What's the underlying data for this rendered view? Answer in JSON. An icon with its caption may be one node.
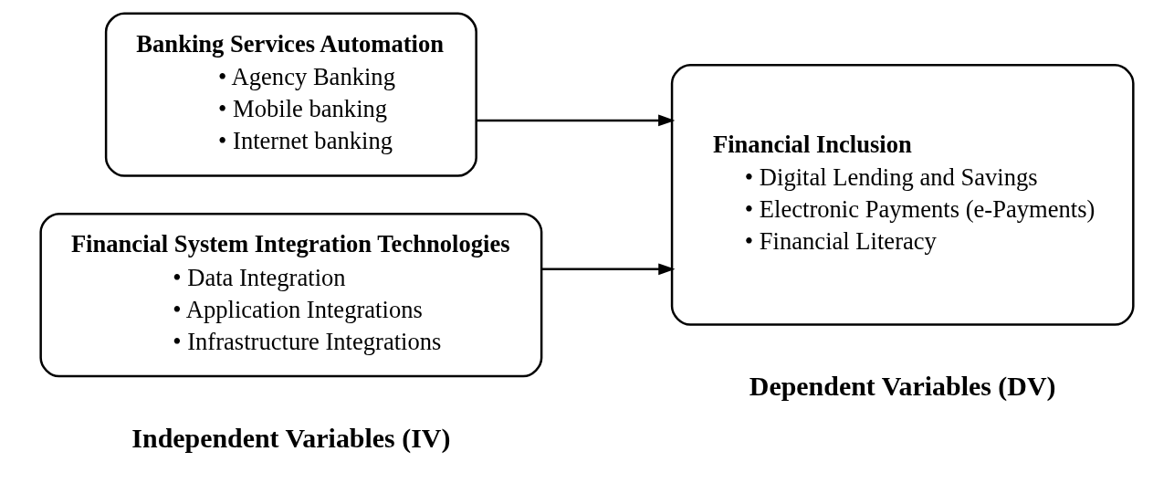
{
  "diagram": {
    "nodes": [
      {
        "text": [
          "Banking Services Automation",
          "• Agency Banking",
          "• Mobile banking",
          "• Internet banking"
        ]
      },
      {
        "text": [
          "Financial System Integration Technologies",
          "• Data Integration",
          "• Application Integrations",
          "• Infrastructure Integrations"
        ]
      },
      {
        "text": [
          "Financial Inclusion",
          "• Digital Lending and Savings",
          "• Electronic Payments (e-Payments)",
          "• Financial Literacy"
        ]
      }
    ],
    "edges": [
      {
        "from": 0,
        "to": 2,
        "arrow": "to"
      },
      {
        "from": 1,
        "to": 2,
        "arrow": "to"
      }
    ],
    "labels": [
      "Dependent Variables (DV)",
      "Independent Variables (IV)"
    ]
  }
}
